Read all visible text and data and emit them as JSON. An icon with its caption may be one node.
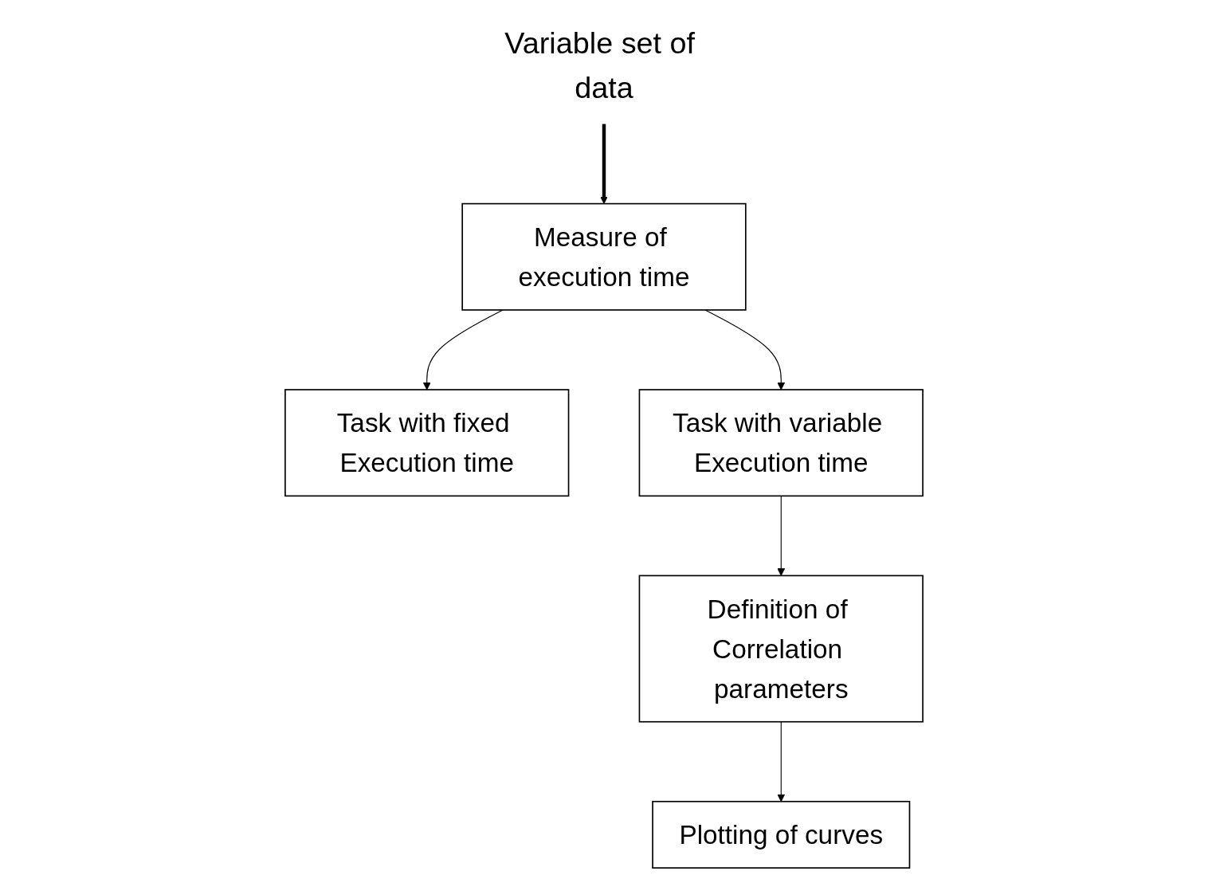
{
  "diagram": {
    "nodes": [
      {
        "text": [
          "Variable set of data"
        ]
      },
      {
        "text": [
          "Measure of execution time"
        ]
      },
      {
        "text": [
          "Task with fixed Execution time"
        ]
      },
      {
        "text": [
          "Task with variable Execution time"
        ]
      },
      {
        "text": [
          "Definition of Correlation parameters"
        ]
      },
      {
        "text": [
          "Plotting of curves"
        ]
      }
    ],
    "edges": [
      {
        "from": 0,
        "to": 1,
        "arrow": "to",
        "style": "thick"
      },
      {
        "from": 1,
        "to": 2,
        "arrow": "to"
      },
      {
        "from": 1,
        "to": 3,
        "arrow": "to"
      },
      {
        "from": 3,
        "to": 4,
        "arrow": "to"
      },
      {
        "from": 4,
        "to": 5,
        "arrow": "to"
      }
    ]
  }
}
